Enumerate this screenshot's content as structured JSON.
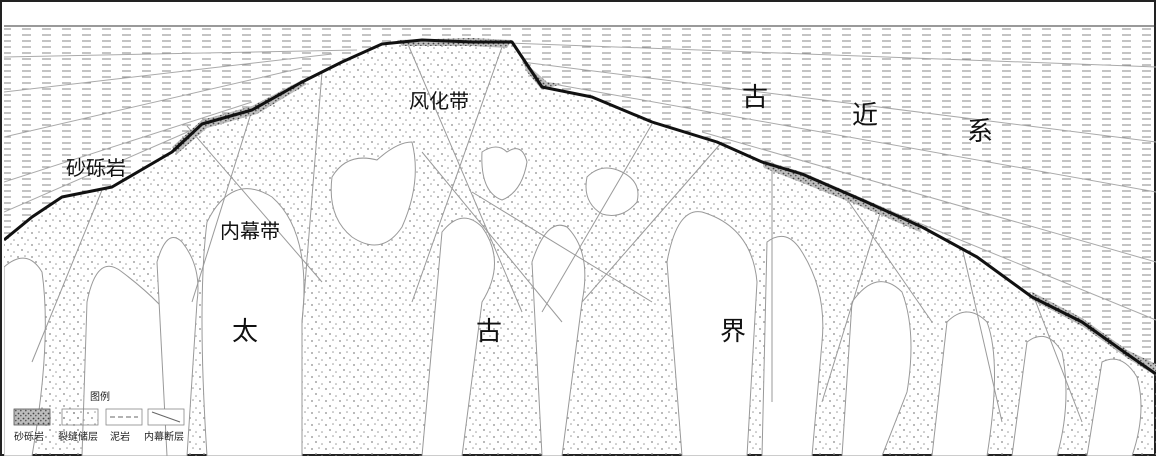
{
  "labels": {
    "weathering_zone": "风化带",
    "inner_zone": "内幕带",
    "sandy_conglomerate": "砂砾岩",
    "paleogene": [
      "古",
      "近",
      "系"
    ],
    "archean": [
      "太",
      "古",
      "界"
    ]
  },
  "legend": {
    "title": "图例",
    "items": [
      {
        "symbol": "sandy-conglomerate-swatch",
        "label": "砂砾岩"
      },
      {
        "symbol": "fracture-reservoir-swatch",
        "label": "裂缝储层"
      },
      {
        "symbol": "mudstone-swatch",
        "label": "泥岩"
      },
      {
        "symbol": "inner-fault-swatch",
        "label": "内幕断层"
      }
    ]
  },
  "colors": {
    "outline": "#111111",
    "stipple": "#7a7a7a",
    "fault": "#9a9a9a",
    "conglomerate": "#6f6f6f",
    "layer": "#aaaaaa"
  }
}
